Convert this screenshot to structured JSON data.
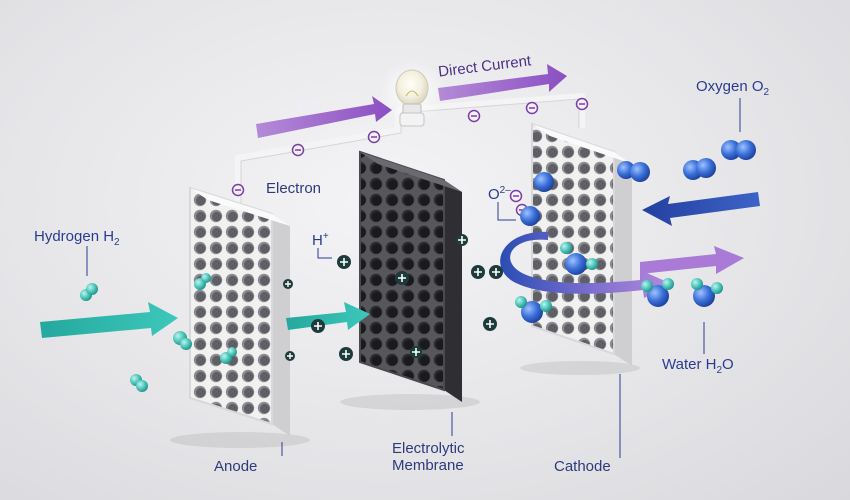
{
  "labels": {
    "dc": "DC",
    "direct_current": "Direct Current",
    "electron": "Electron",
    "hydrogen": "Hydrogen H",
    "hydrogen_sub": "2",
    "h_plus": "H",
    "h_plus_sup": "+",
    "oxide_ion": "O",
    "oxide_ion_sup": "2–",
    "oxygen": "Oxygen O",
    "oxygen_sub": "2",
    "water": "Water H",
    "water_sub": "2",
    "water_tail": "O",
    "anode": "Anode",
    "membrane_line1": "Electrolytic",
    "membrane_line2": "Membrane",
    "cathode": "Cathode"
  },
  "colors": {
    "label_text": "#2a3b8f",
    "wire": "#f2f2f2",
    "electron": "#7a3ea0",
    "purple_arrow": "#9a63c9",
    "teal_arrow": "#2ab5aa",
    "blue_arrow": "#2f4fb0",
    "teal_molecule": "#4fc7bb",
    "blue_molecule": "#3a6fd8",
    "dark_plate": "#3c3c40",
    "light_plate": "#e9e9ea"
  },
  "icons": [
    "light-bulb-icon",
    "electron-icon",
    "proton-icon",
    "hydrogen-molecule-icon",
    "oxygen-molecule-icon",
    "water-molecule-icon"
  ]
}
